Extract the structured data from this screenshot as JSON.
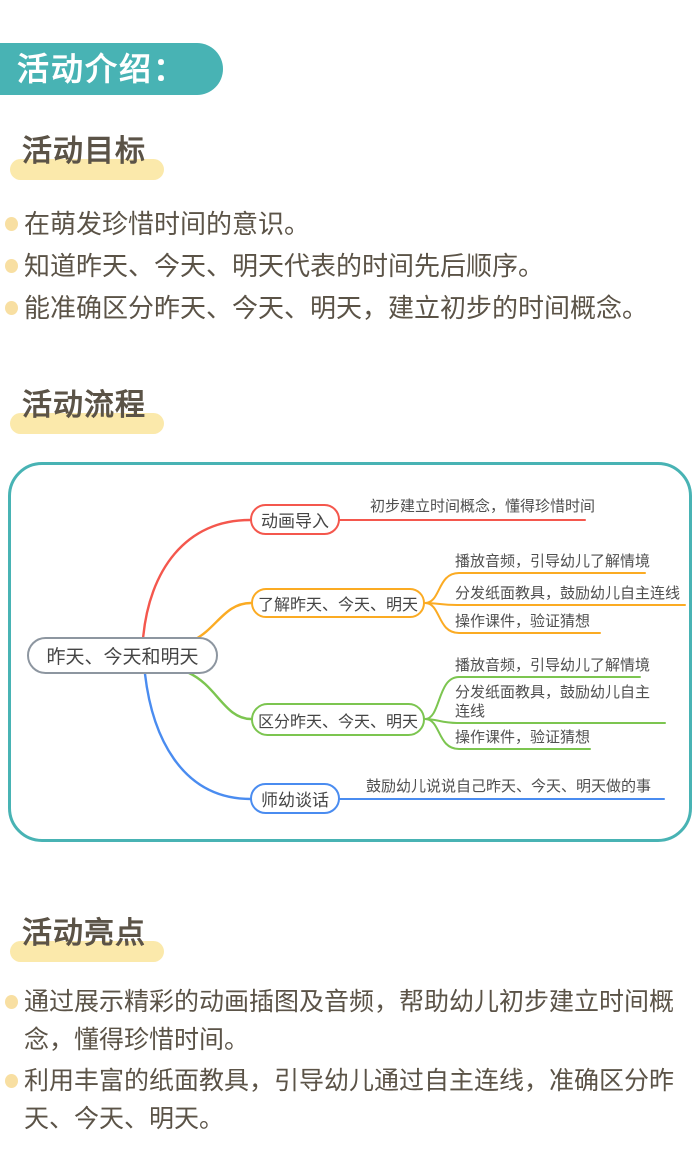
{
  "page": {
    "badge_title": "活动介绍："
  },
  "goals": {
    "title": "活动目标",
    "items": [
      "在萌发珍惜时间的意识。",
      "知道昨天、今天、明天代表的时间先后顺序。",
      "能准确区分昨天、今天、明天，建立初步的时间概念。"
    ]
  },
  "flow": {
    "title": "活动流程"
  },
  "highlights": {
    "title": "活动亮点",
    "items": [
      "通过展示精彩的动画插图及音频，帮助幼儿初步建立时间概念，懂得珍惜时间。",
      "利用丰富的纸面教具，引导幼儿通过自主连线，准确区分昨天、今天、明天。"
    ]
  },
  "mindmap": {
    "root": "昨天、今天和明天",
    "branches": [
      {
        "label": "动画导入",
        "color": "#f4574d",
        "leaves": [
          "初步建立时间概念，懂得珍惜时间"
        ]
      },
      {
        "label": "了解昨天、今天、明天",
        "color": "#fbab23",
        "leaves": [
          "播放音频，引导幼儿了解情境",
          "分发纸面教具，鼓励幼儿自主连线",
          "操作课件，验证猜想"
        ]
      },
      {
        "label": "区分昨天、今天、明天",
        "color": "#7cc550",
        "leaves": [
          "播放音频，引导幼儿了解情境",
          "分发纸面教具，鼓励幼儿自主连线",
          "操作课件，验证猜想"
        ]
      },
      {
        "label": "师幼谈话",
        "color": "#4a8cf0",
        "leaves": [
          "鼓励幼儿说说自己昨天、今天、明天做的事"
        ]
      }
    ]
  },
  "colors": {
    "teal": "#48b3b4",
    "body_text": "#5b5347",
    "highlight_yellow": "#fbe9ab",
    "bullet_yellow": "#f8dfa2",
    "branch_red": "#f4574d",
    "branch_yellow": "#fbab23",
    "branch_green": "#7cc550",
    "branch_blue": "#4a8cf0",
    "root_border": "#8d96a0"
  }
}
